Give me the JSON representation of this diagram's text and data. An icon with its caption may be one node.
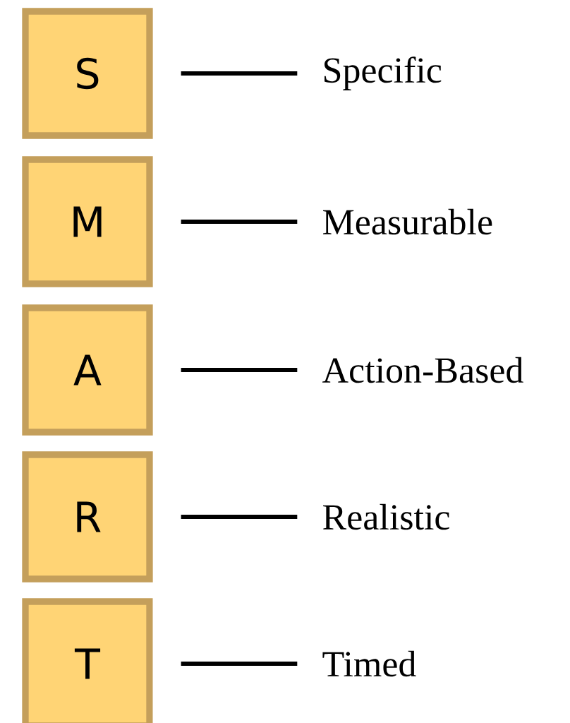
{
  "diagram": {
    "nodes": [
      {
        "text": [
          "S"
        ]
      },
      {
        "text": [
          "Specific"
        ]
      },
      {
        "text": [
          "M"
        ]
      },
      {
        "text": [
          "Measurable"
        ]
      },
      {
        "text": [
          "A"
        ]
      },
      {
        "text": [
          "Action-Based"
        ]
      },
      {
        "text": [
          "R"
        ]
      },
      {
        "text": [
          "Realistic"
        ]
      },
      {
        "text": [
          "T"
        ]
      },
      {
        "text": [
          "Timed"
        ]
      }
    ],
    "edges": [
      {
        "from": 0,
        "to": 1,
        "arrow": "none"
      },
      {
        "from": 2,
        "to": 3,
        "arrow": "none"
      },
      {
        "from": 4,
        "to": 5,
        "arrow": "none"
      },
      {
        "from": 6,
        "to": 7,
        "arrow": "none"
      },
      {
        "from": 8,
        "to": 9,
        "arrow": "none"
      }
    ]
  }
}
